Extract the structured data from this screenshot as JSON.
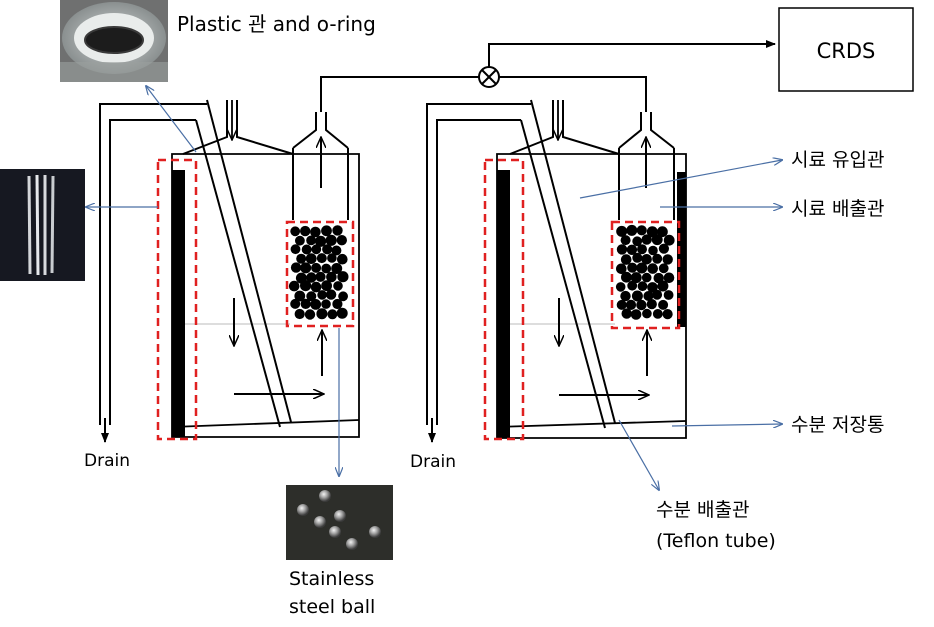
{
  "labels": {
    "plastic_tube": "Plastic 관 and o-ring",
    "crds": "CRDS",
    "sample_inlet": "시료 유입관",
    "sample_outlet": "시료 배출관",
    "water_tank": "수분 저장통",
    "water_outlet": "수분 배출관",
    "teflon": "(Teflon tube)",
    "drain_left": "Drain",
    "drain_right": "Drain",
    "stainless_1": "Stainless",
    "stainless_2": "steel ball"
  },
  "colors": {
    "highlight_box": "#e02020",
    "callout_line": "#4a6fa5",
    "ink": "#000000"
  },
  "photos": {
    "ring": "ring-photo",
    "tubes": "tubes-photo",
    "balls": "balls-photo"
  }
}
